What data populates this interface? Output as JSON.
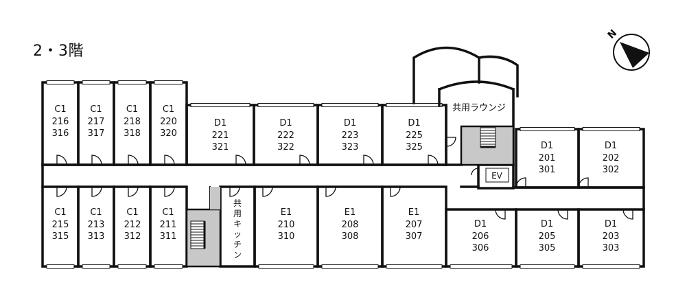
{
  "floor_label": "2・3階",
  "compass": {
    "letter": "N"
  },
  "labels": {
    "lounge": "共用ラウンジ",
    "kitchen_lines": [
      "共",
      "用",
      "キ",
      "ッ",
      "チ",
      "ン"
    ],
    "ev": "EV"
  },
  "rooms_top": [
    {
      "type": "C1",
      "a": "216",
      "b": "316"
    },
    {
      "type": "C1",
      "a": "217",
      "b": "317"
    },
    {
      "type": "C1",
      "a": "218",
      "b": "318"
    },
    {
      "type": "C1",
      "a": "220",
      "b": "320"
    },
    {
      "type": "D1",
      "a": "221",
      "b": "321"
    },
    {
      "type": "D1",
      "a": "222",
      "b": "322"
    },
    {
      "type": "D1",
      "a": "223",
      "b": "323"
    },
    {
      "type": "D1",
      "a": "225",
      "b": "325"
    }
  ],
  "rooms_right_top": [
    {
      "type": "D1",
      "a": "201",
      "b": "301"
    },
    {
      "type": "D1",
      "a": "202",
      "b": "302"
    }
  ],
  "rooms_bottom": [
    {
      "type": "C1",
      "a": "215",
      "b": "315"
    },
    {
      "type": "C1",
      "a": "213",
      "b": "313"
    },
    {
      "type": "C1",
      "a": "212",
      "b": "312"
    },
    {
      "type": "C1",
      "a": "211",
      "b": "311"
    },
    {
      "type": "E1",
      "a": "210",
      "b": "310"
    },
    {
      "type": "E1",
      "a": "208",
      "b": "308"
    },
    {
      "type": "E1",
      "a": "207",
      "b": "307"
    },
    {
      "type": "D1",
      "a": "206",
      "b": "306"
    },
    {
      "type": "D1",
      "a": "205",
      "b": "305"
    },
    {
      "type": "D1",
      "a": "203",
      "b": "303"
    }
  ]
}
